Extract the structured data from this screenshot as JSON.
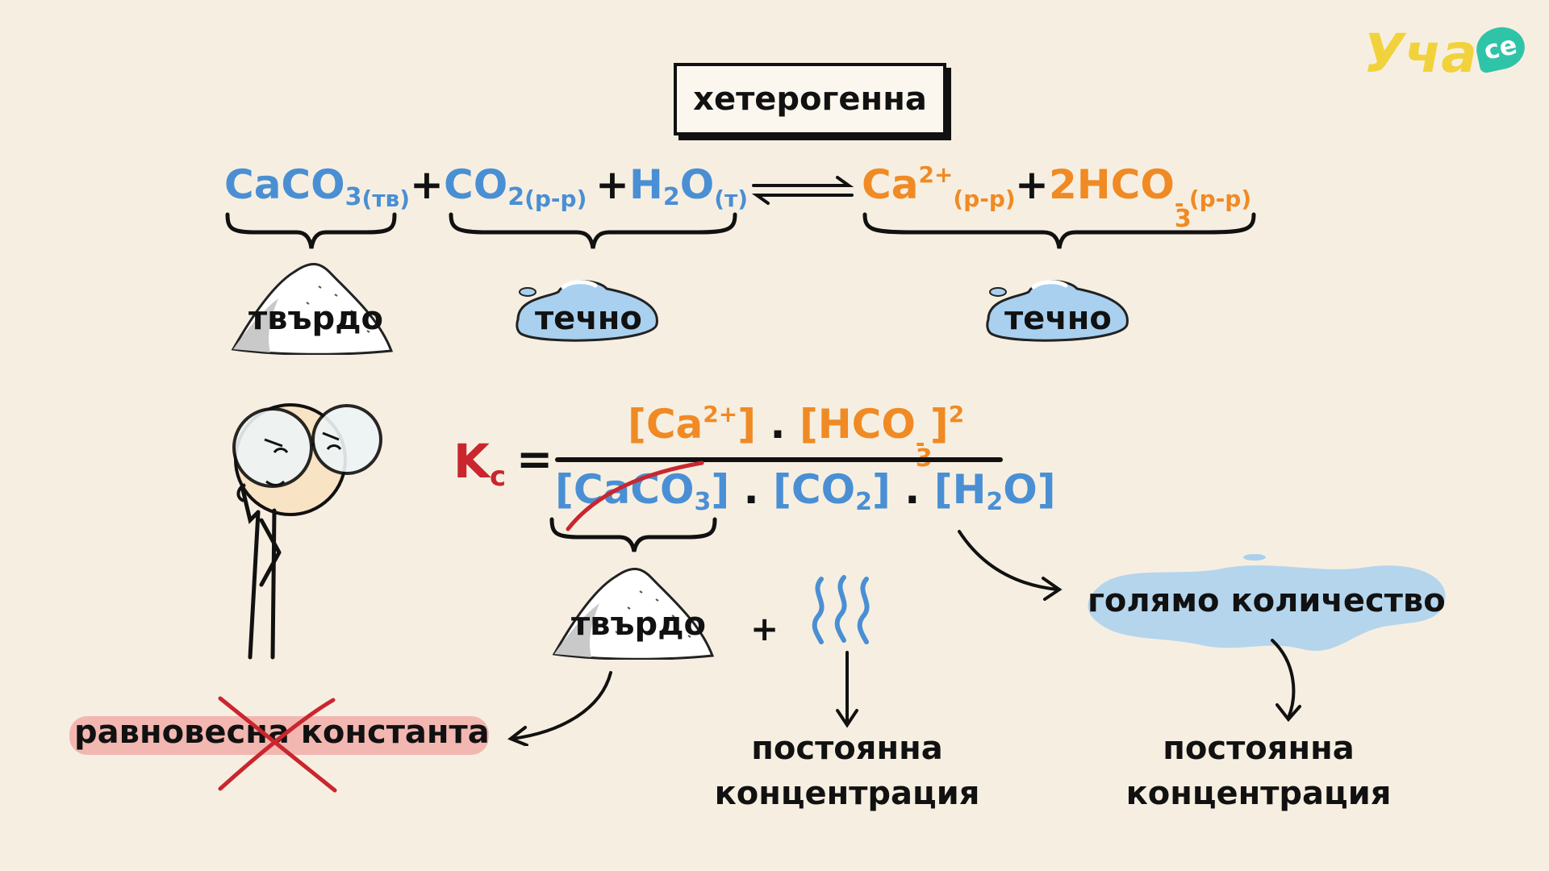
{
  "logo": {
    "text": "Уча",
    "badge": "се"
  },
  "title": "хетерогенна",
  "equation": {
    "r1": {
      "formula": "CaCO",
      "idx": "3",
      "phase": "(тв)"
    },
    "plus": "+",
    "r2": {
      "formula": "CO",
      "idx": "2",
      "phase": "(р-р)"
    },
    "r3": {
      "pre": "H",
      "idx": "2",
      "post": "O",
      "phase": "(т)"
    },
    "p1": {
      "formula": "Ca",
      "charge": "2+",
      "phase": "(р-р)"
    },
    "p2": {
      "formula": "2HCO",
      "idx": "3",
      "charge": "-",
      "phase": "(р-р)"
    }
  },
  "states": {
    "solid": "твърдо",
    "liquid": "течно"
  },
  "kc": {
    "symbol": "K",
    "sub": "c",
    "equals": "=",
    "dot": ".",
    "num": {
      "t1": "[Ca",
      "t1_charge": "2+",
      "t1_close": "]",
      "t2": "[HCO",
      "t2_idx": "3",
      "t2_charge": "-",
      "t2_close": "]",
      "t2_pow": "2"
    },
    "den": {
      "t1": "[CaCO",
      "t1_idx": "3",
      "t1_close": "]",
      "t2": "[CO",
      "t2_idx": "2",
      "t2_close": "]",
      "t3": "[H",
      "t3_idx": "2",
      "t3_close": "O]"
    }
  },
  "lower": {
    "solid": "твърдо",
    "plus": "+",
    "large_amount": "голямо количество",
    "eq_const": "равновесна константа",
    "const_conc_1": "постоянна",
    "const_conc_2": "концентрация"
  },
  "colors": {
    "blue": "#4a8fd4",
    "orange": "#f08a24",
    "red": "#c9262f",
    "background": "#f6efe1",
    "logo_yellow": "#f2d23c",
    "logo_green": "#2fc4a8"
  }
}
